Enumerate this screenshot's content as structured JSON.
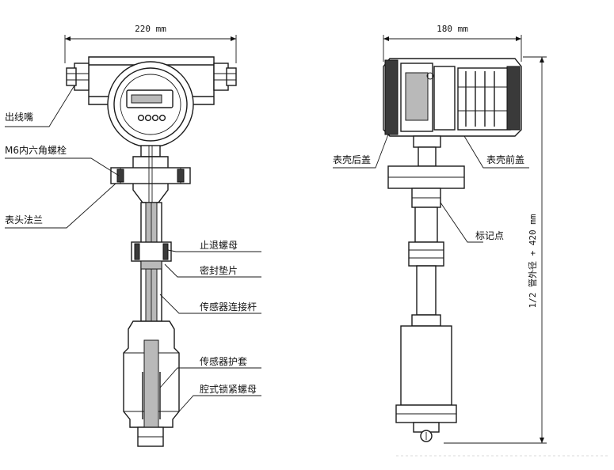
{
  "dimensions": {
    "front_width": "220 mm",
    "side_width": "180 mm",
    "height": "1/2 管外径 + 420 mm"
  },
  "labels": {
    "outlet_nozzle": "出线嘴",
    "m6_bolt": "M6内六角螺栓",
    "head_flange": "表头法兰",
    "stop_nut": "止退螺母",
    "seal_gasket": "密封垫片",
    "sensor_rod": "传感器连接杆",
    "sensor_sheath": "传感器护套",
    "ferrule_nut": "腔式锁紧螺母",
    "rear_cover": "表壳后盖",
    "front_cover": "表壳前盖",
    "marker": "标记点"
  }
}
